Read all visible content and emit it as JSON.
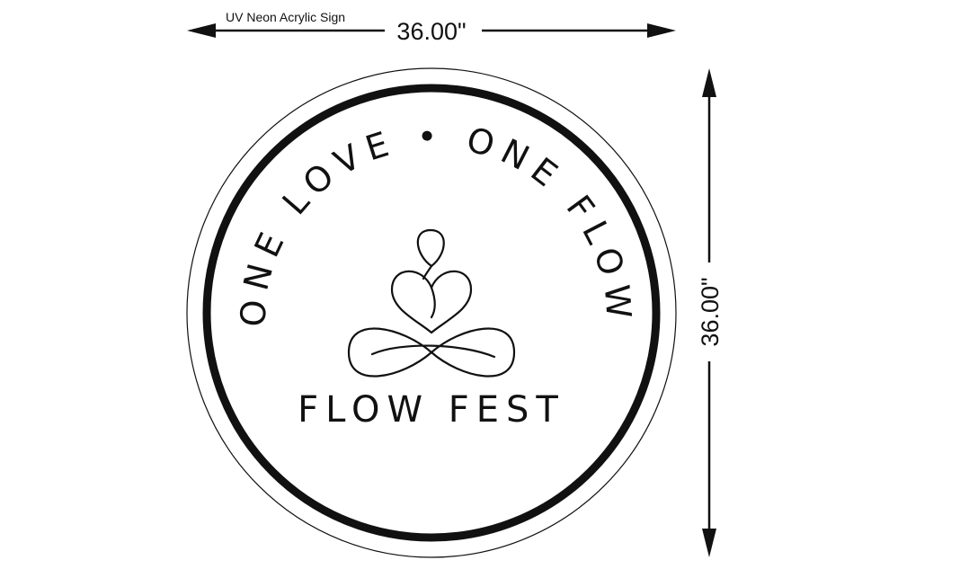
{
  "product_label": "UV Neon Acrylic Sign",
  "dimensions": {
    "width_label": "36.00\"",
    "height_label": "36.00\""
  },
  "sign": {
    "arc_text": "ONE LOVE • ONE FLOW",
    "name": "FLOW FEST",
    "logo": "meditating-heart-infinity-logo"
  },
  "colors": {
    "ink": "#111111",
    "background": "#ffffff"
  }
}
